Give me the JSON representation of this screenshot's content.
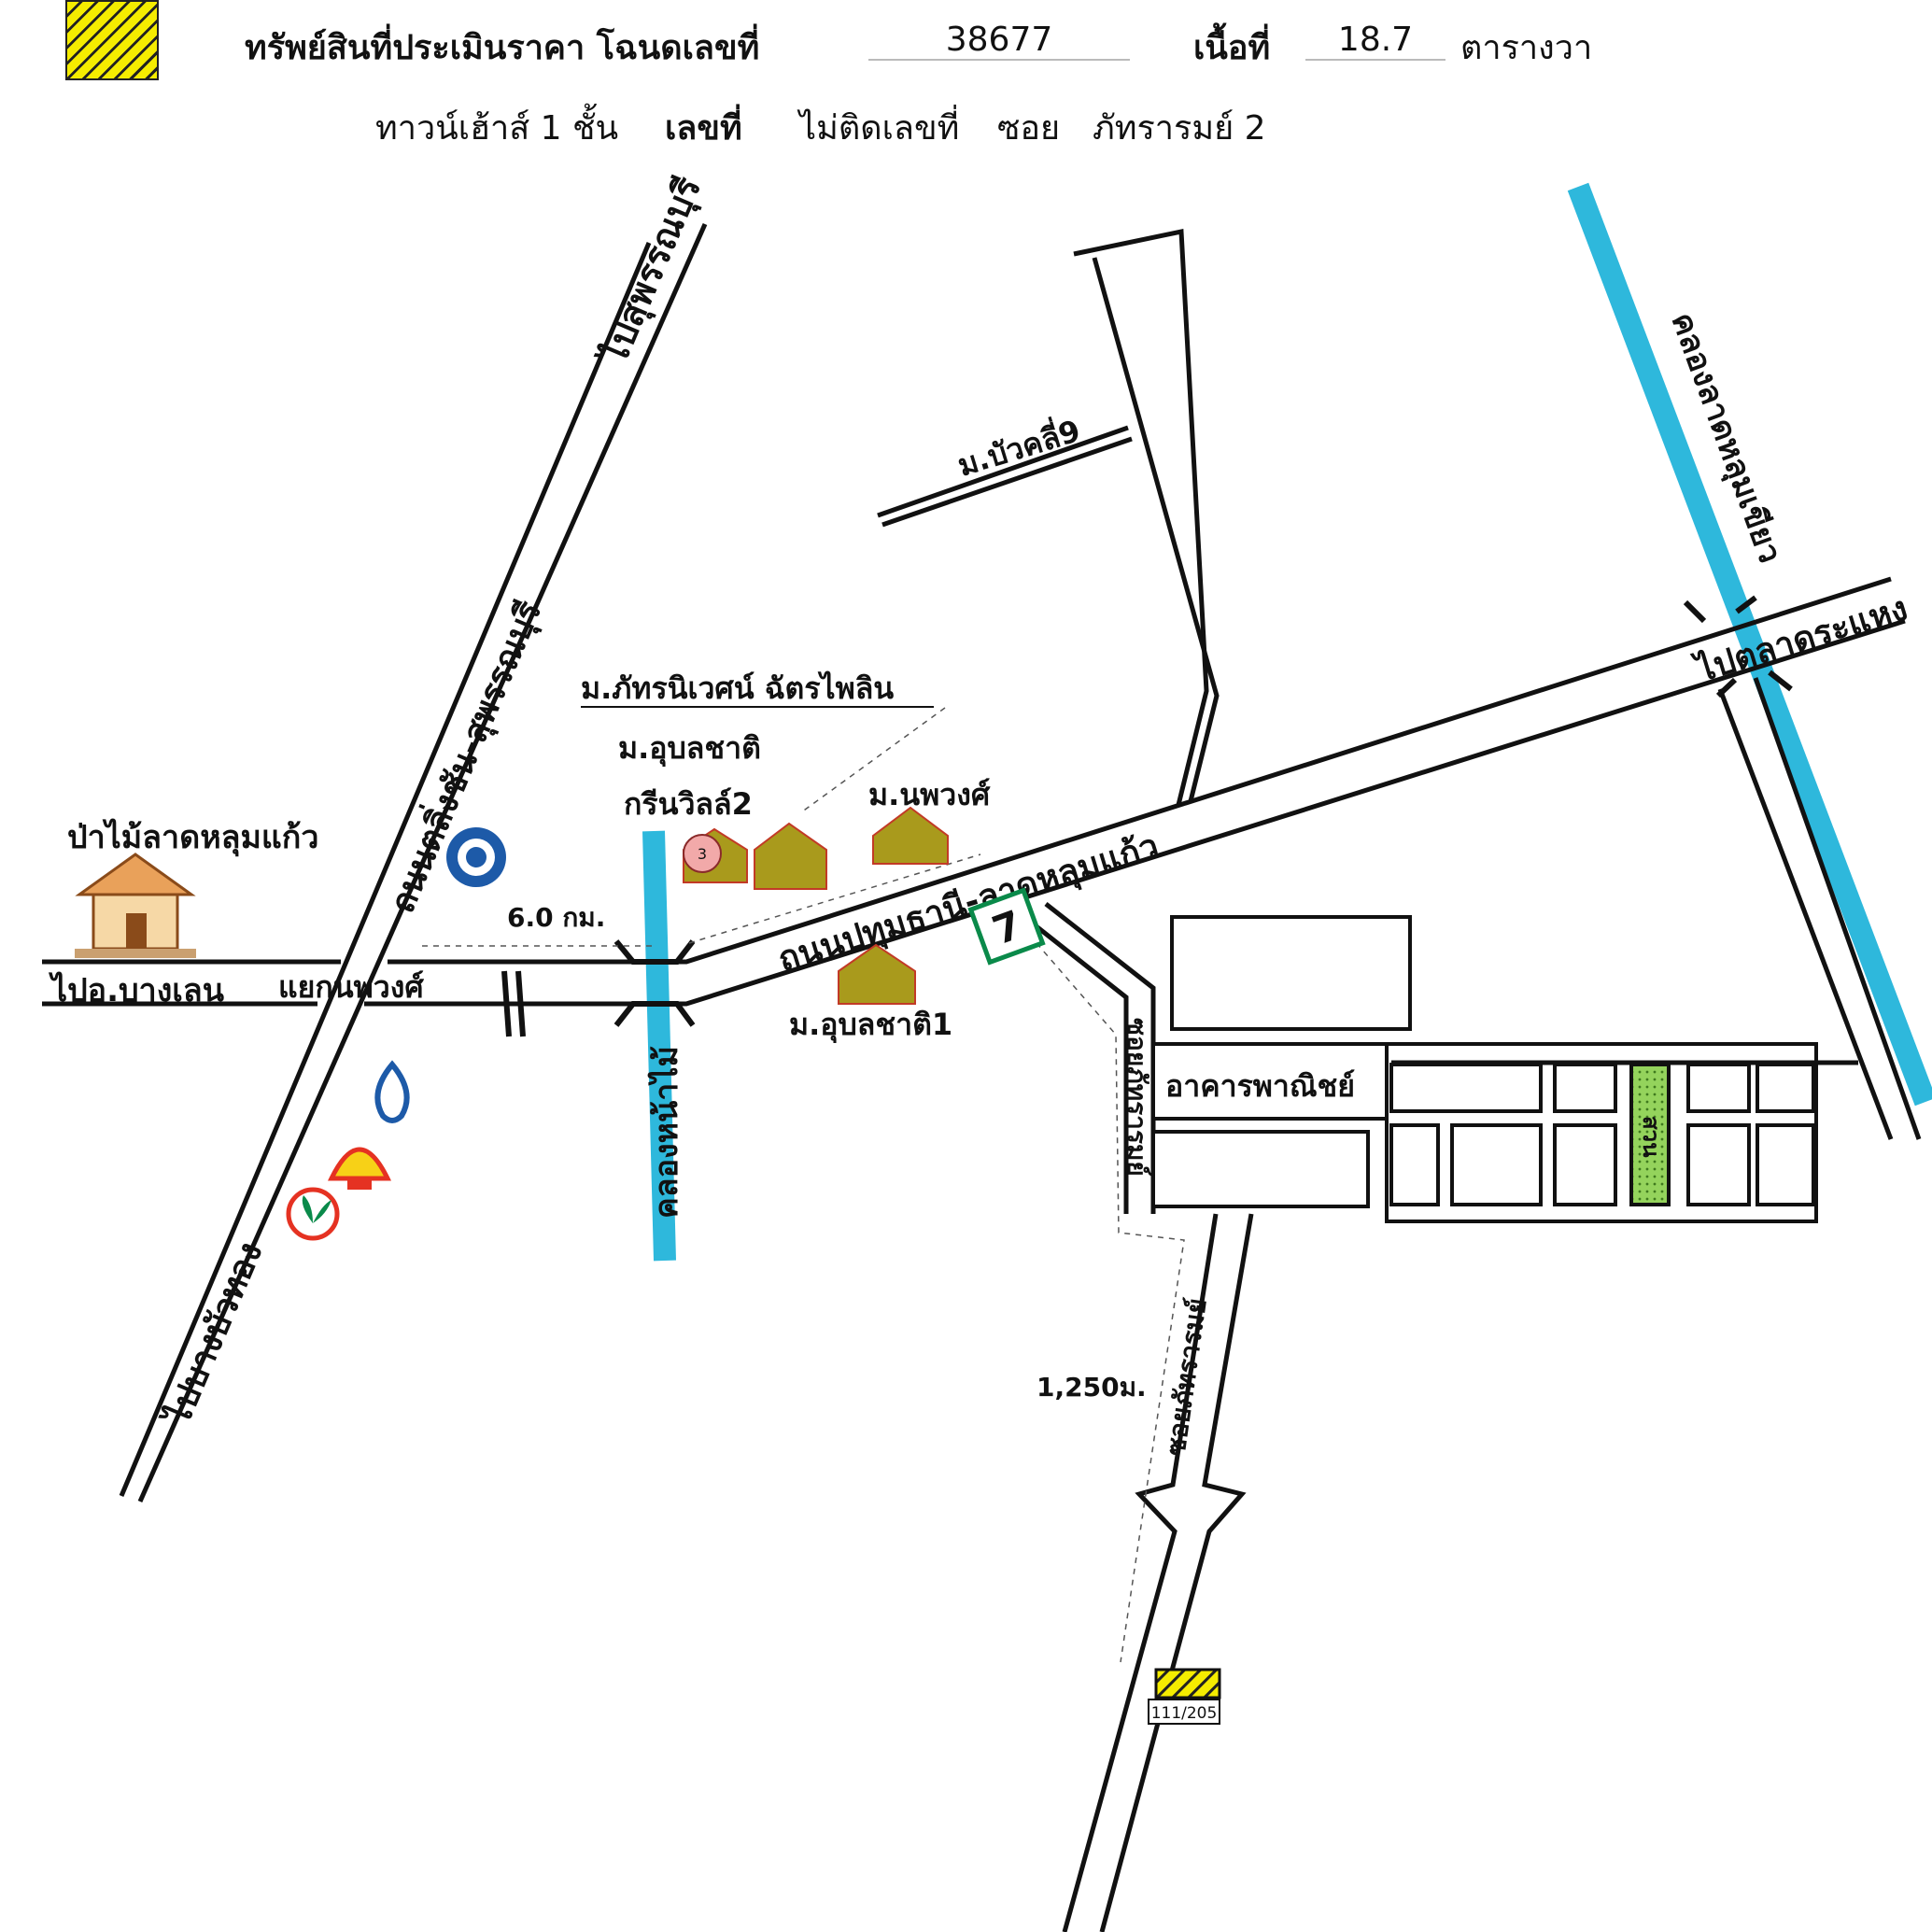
{
  "header": {
    "title": "ทรัพย์สินที่ประเมินราคา โฉนดเลขที่",
    "deed_no": "38677",
    "area_label": "เนื้อที่",
    "area_value": "18.7",
    "area_unit": "ตารางวา",
    "line2_type": "ทาวน์เฮ้าส์ 1 ชั้น",
    "line2_no_label": "เลขที่",
    "line2_no_value": "ไม่ติดเลขที่",
    "line2_soi_label": "ซอย",
    "line2_soi_value": "ภัทรารมย์ 2"
  },
  "roads": {
    "to_suphanburi": "ไปสุพรรณบุรี",
    "lingchan_suphan": "ถนนตลิ่งชัน-สุพรรณบุรี",
    "to_bang_len": "ไปอ.บางเลน",
    "napawong_junction": "แยกนพวงศ์",
    "to_bang_bua_thong": "ไปบางบัวทอง",
    "pathum_lat_lum_kaeo": "ถนนปทุมธานี-ลาดหลุมแก้ว",
    "to_lat_krabang": "ไปตลาดระแหง",
    "soi_phattharam_upper": "ซอยภัทรารมย์",
    "soi_phattharam_lower": "ซอยภัทรารมย์"
  },
  "waterways": {
    "khlong_na_mai": "คลองหน้าไม้",
    "khlong_lat_lum_kaeo": "คลองลาดหลุมเขียว"
  },
  "places": {
    "forest": "ป่าไม้ลาดหลุมแก้ว",
    "phattharaniwet": "ม.ภัทรนิเวศน์ ฉัตรไพลิน",
    "ubonchat_line1": "ม.อุบลชาติ",
    "ubonchat_line2": "กรีนวิลล์2",
    "napawong_village": "ม.นพวงศ์",
    "ubonchat1": "ม.อุบลชาติ1",
    "buakhli": "ม.บัวคลี่9",
    "commercial": "อาคารพาณิชย์",
    "park": "สวน",
    "plot_no": "111/205",
    "badge": "3"
  },
  "distances": {
    "km6": "6.0 กม.",
    "m1250": "1,250ม."
  },
  "colors": {
    "canal": "#2eb8dc",
    "house": "#a99a1c",
    "seven_eleven_red": "#e53222",
    "seven_eleven_green": "#0a8a4a",
    "highlight": "#f5ec00",
    "park_green": "#94d35c"
  },
  "icons": [
    "forest-house-icon",
    "krungthai-bank-icon",
    "bangchak-icon",
    "shell-icon",
    "kasikorn-bank-icon",
    "seven-eleven-icon",
    "house-icon"
  ]
}
